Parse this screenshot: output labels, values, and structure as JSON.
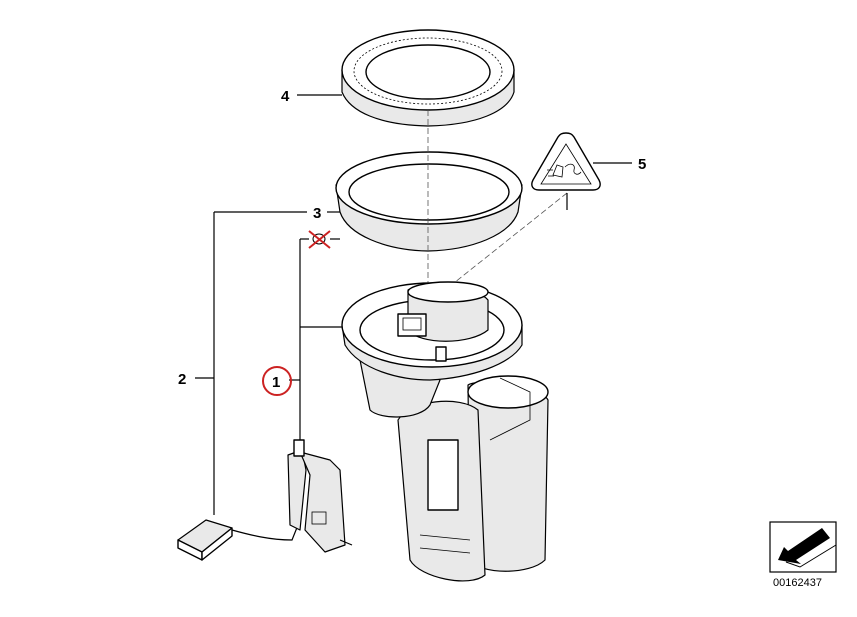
{
  "diagram": {
    "callouts": [
      {
        "id": "c1",
        "label": "1",
        "highlight": true
      },
      {
        "id": "c2",
        "label": "2",
        "highlight": false
      },
      {
        "id": "c3",
        "label": "3",
        "highlight": false
      },
      {
        "id": "c4",
        "label": "4",
        "highlight": false
      },
      {
        "id": "c5",
        "label": "5",
        "highlight": false
      }
    ],
    "removed_marker": "crossed-out-part-icon",
    "highlight_color": "#cc2222",
    "line_color": "#000000",
    "image_id": "00162437",
    "nav_icon": "arrow-down-left-icon"
  }
}
